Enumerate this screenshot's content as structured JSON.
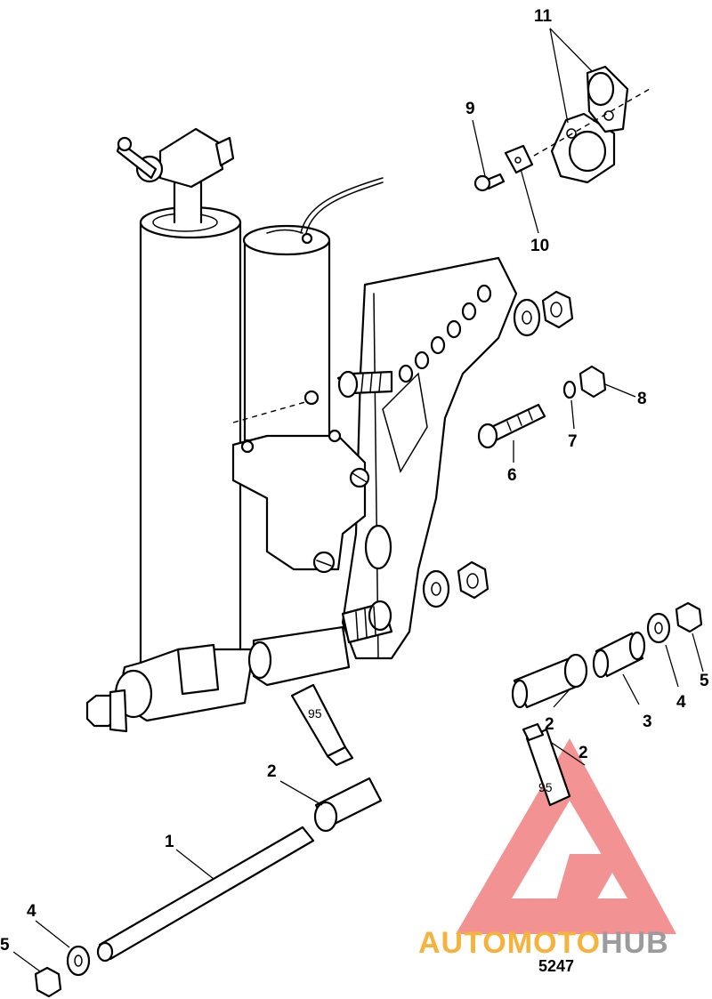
{
  "callouts": {
    "c1": "1",
    "c2a": "2",
    "c2b": "2",
    "c2c": "2",
    "c3": "3",
    "c4a": "4",
    "c4b": "4",
    "c5a": "5",
    "c5b": "5",
    "c6": "6",
    "c7": "7",
    "c8": "8",
    "c9": "9",
    "c10": "10",
    "c11": "11"
  },
  "lubricant_tubes": {
    "left": "95",
    "right": "95"
  },
  "figure_number": "5247",
  "watermark": {
    "part1": "AUTOMOTO",
    "part2": "HUB",
    "color1": "#f7b23b",
    "color2": "#9b9b9b",
    "logo_color": "#f28080"
  }
}
